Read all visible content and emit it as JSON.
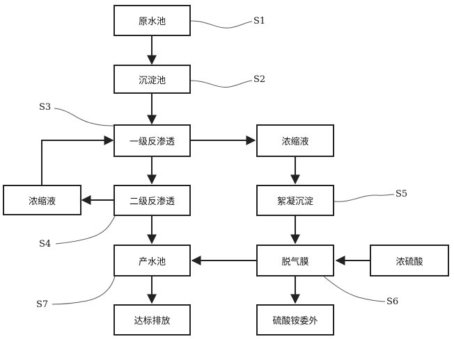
{
  "nodes": {
    "raw_pool": "原水池",
    "sediment_pool": "沉淀池",
    "ro1": "一级反渗透",
    "concentrate_right": "浓缩液",
    "concentrate_left": "浓缩液",
    "ro2": "二级反渗透",
    "flocculation": "絮凝沉淀",
    "product_pool": "产水池",
    "degas_membrane": "脱气膜",
    "conc_sulfuric": "浓硫酸",
    "discharge": "达标排放",
    "ammonium_sulfate": "硫酸铵委外"
  },
  "labels": {
    "s1": "S1",
    "s2": "S2",
    "s3": "S3",
    "s4": "S4",
    "s5": "S5",
    "s6": "S6",
    "s7": "S7"
  },
  "colors": {
    "stroke": "#222222",
    "leader": "#555555"
  }
}
